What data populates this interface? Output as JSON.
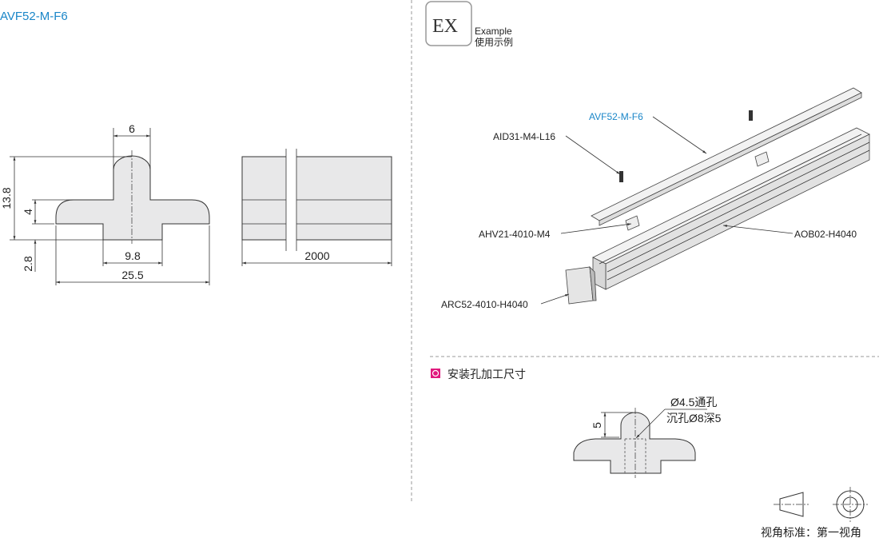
{
  "title": "AVF52-M-F6",
  "section_view": {
    "dims": {
      "top_width": "6",
      "height": "13.8",
      "flange": "4",
      "stem": "2.8",
      "bottom_width": "9.8",
      "total_width": "25.5"
    }
  },
  "side_view": {
    "length": "2000"
  },
  "example": {
    "badge": "EX",
    "label_en": "Example",
    "label_cn": "使用示例"
  },
  "assembly_labels": {
    "rail": "AVF52-M-F6",
    "screw": "AID31-M4-L16",
    "nut": "AHV21-4010-M4",
    "profile": "AOB02-H4040",
    "cap": "ARC52-4010-H4040"
  },
  "hole_section": {
    "title": "安装孔加工尺寸",
    "depth": "5",
    "note_line1": "Ø4.5通孔",
    "note_line2": "沉孔Ø8深5"
  },
  "projection": {
    "label": "视角标准：第一视角"
  },
  "colors": {
    "accent": "#1a86c8",
    "marker": "#e0197d"
  }
}
